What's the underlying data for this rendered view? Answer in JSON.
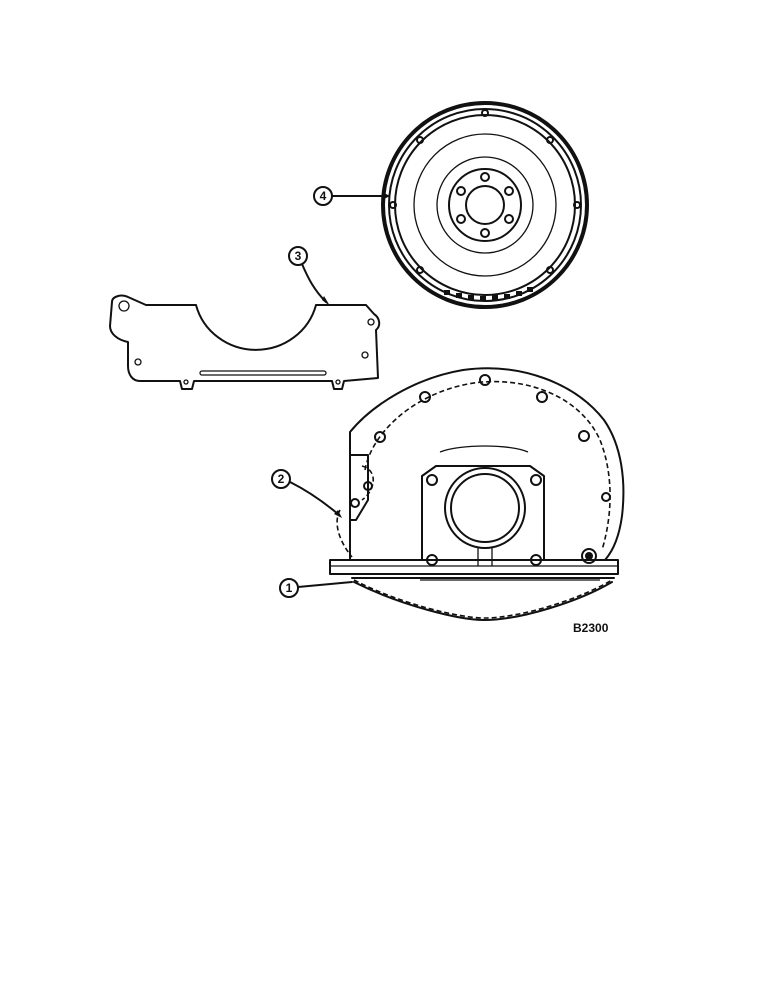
{
  "callouts": [
    {
      "id": "1",
      "label": "1"
    },
    {
      "id": "2",
      "label": "2"
    },
    {
      "id": "3",
      "label": "3"
    },
    {
      "id": "4",
      "label": "4"
    }
  ],
  "figure_code": "B2300"
}
